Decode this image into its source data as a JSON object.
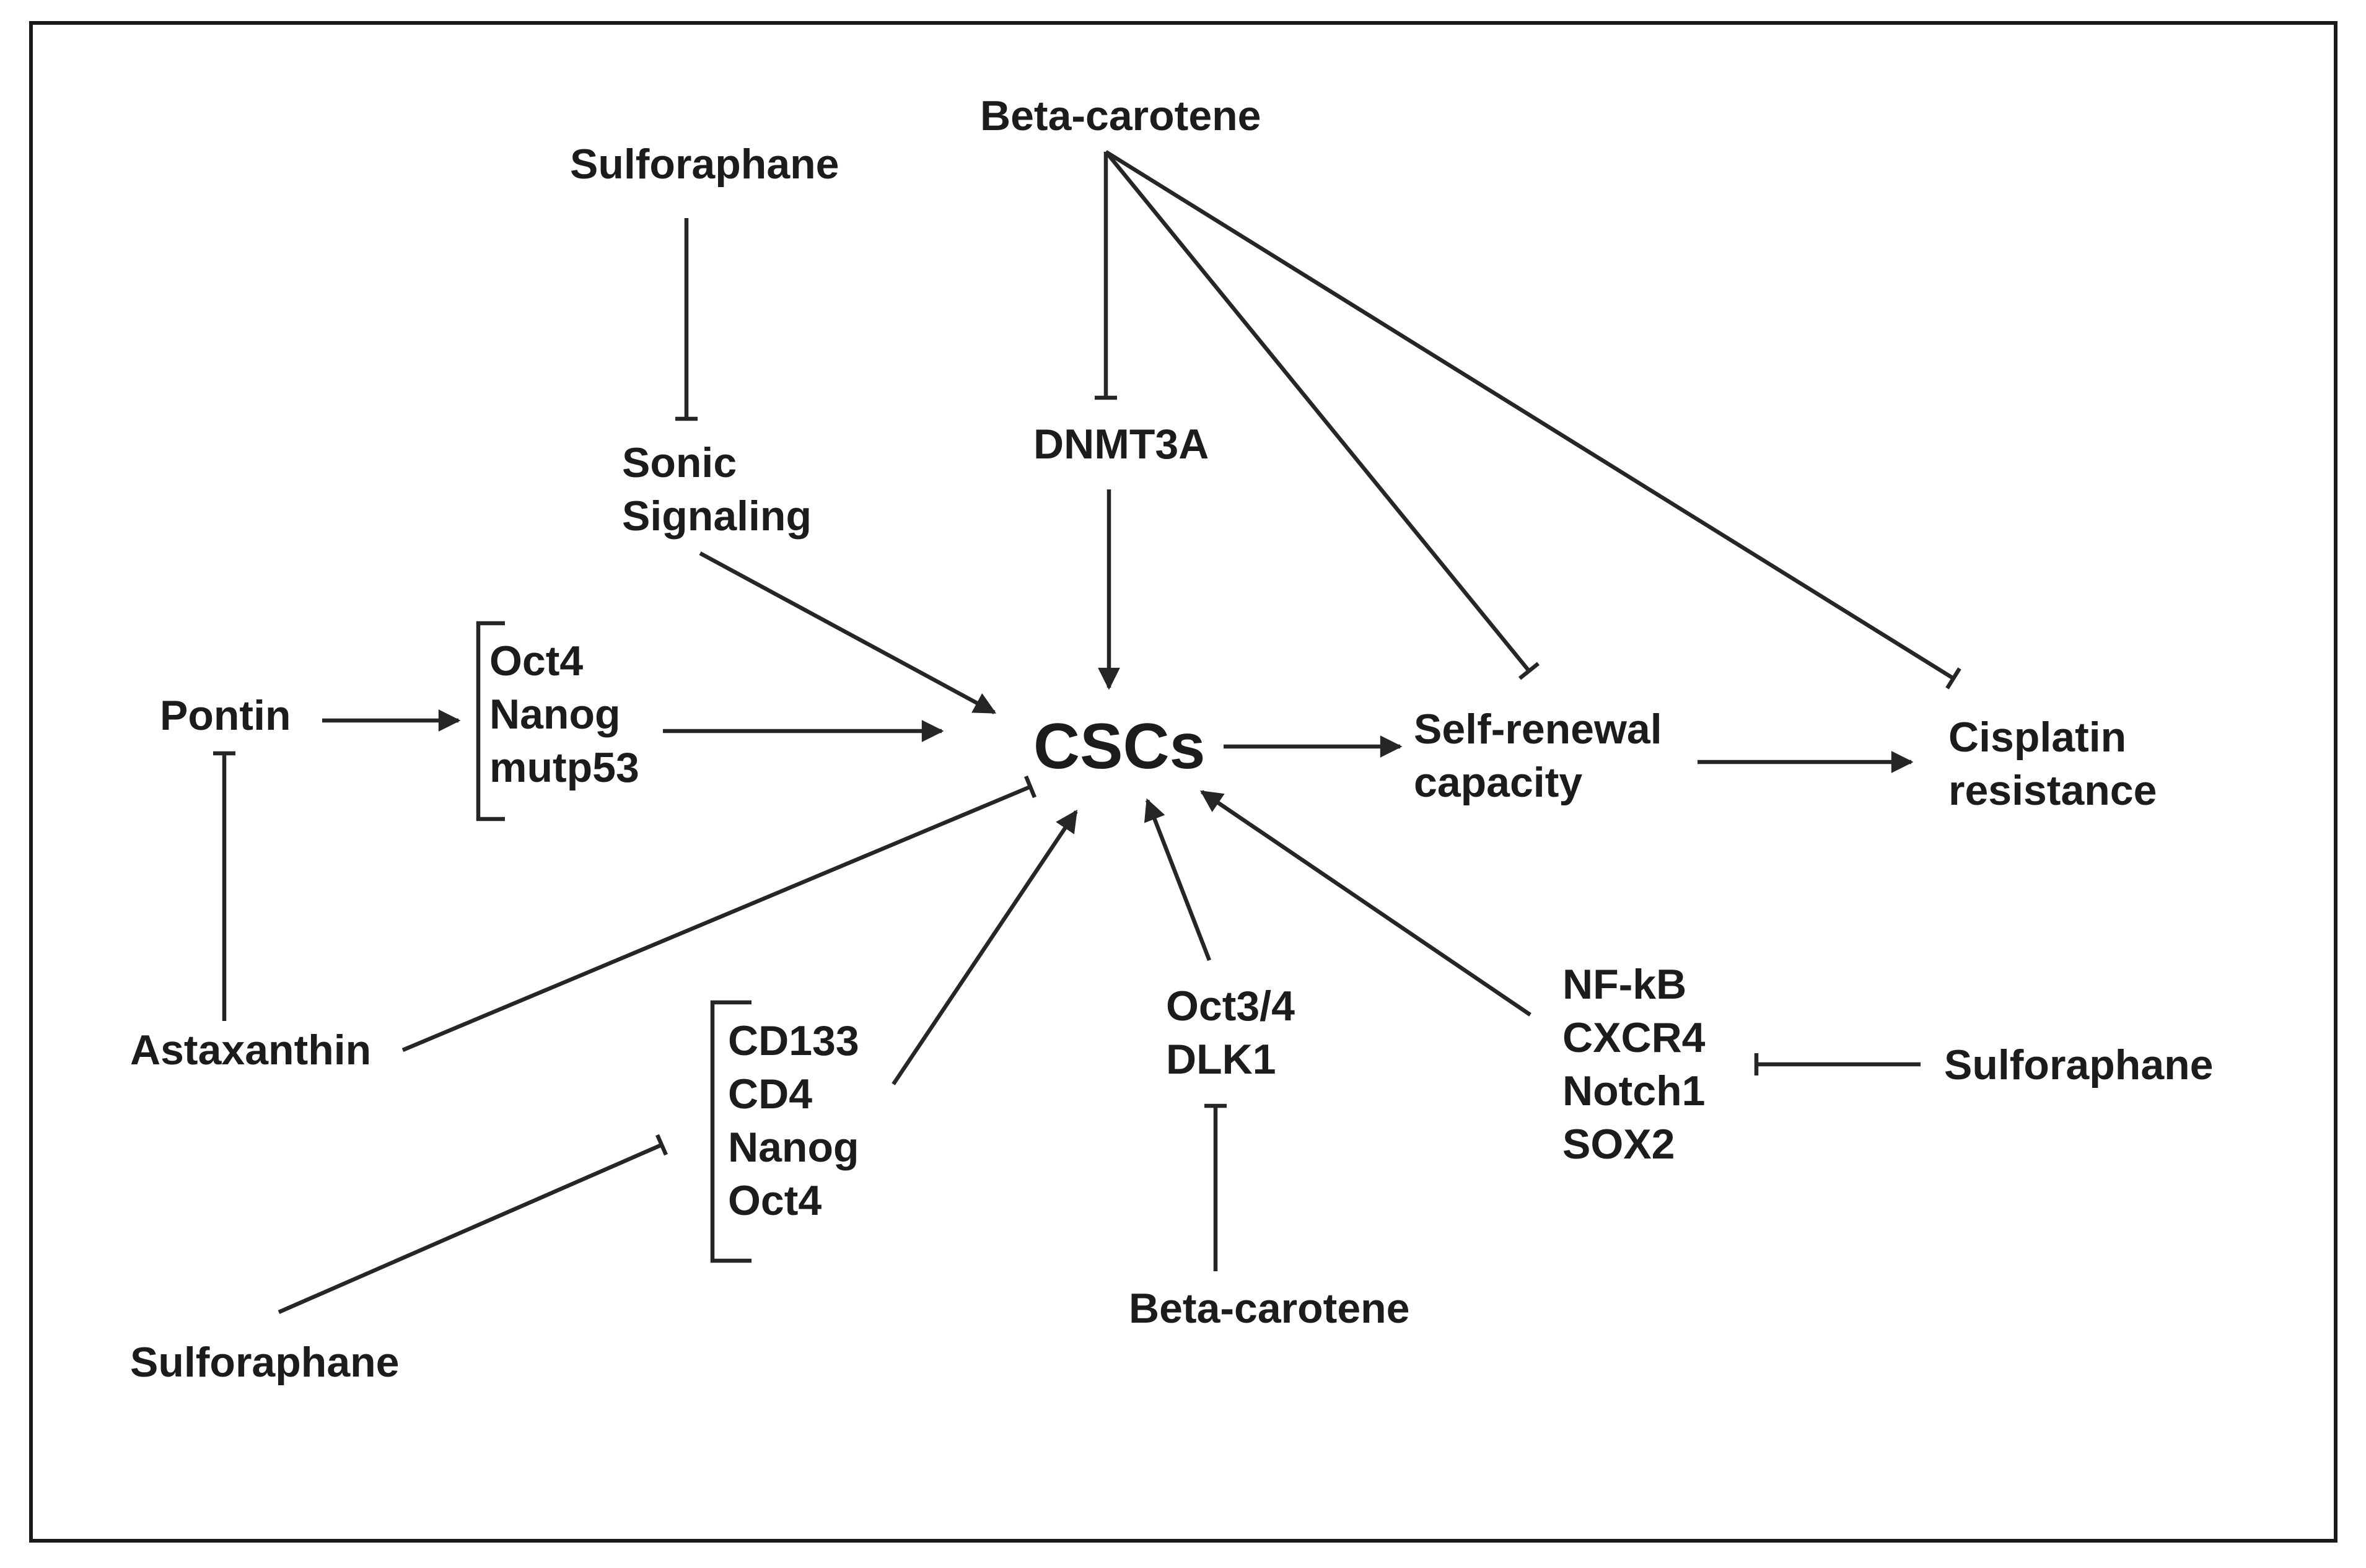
{
  "diagram": {
    "center": "CSCs",
    "nodes": {
      "sulforaphane_top": "Sulforaphane",
      "beta_carotene_top": "Beta-carotene",
      "sonic_line1": "Sonic",
      "sonic_line2": "Signaling",
      "dnmt3a": "DNMT3A",
      "pontin": "Pontin",
      "group1": [
        "Oct4",
        "Nanog",
        "mutp53"
      ],
      "self_renewal_line1": "Self-renewal",
      "self_renewal_line2": "capacity",
      "cisplatin_line1": "Cisplatin",
      "cisplatin_line2": "resistance",
      "astaxanthin": "Astaxanthin",
      "group2": [
        "CD133",
        "CD4",
        "Nanog",
        "Oct4"
      ],
      "group3": [
        "Oct3/4",
        "DLK1"
      ],
      "group4": [
        "NF-kB",
        "CXCR4",
        "Notch1",
        "SOX2"
      ],
      "sulforaphane_right": "Sulforaphane",
      "sulforaphane_bottom": "Sulforaphane",
      "beta_carotene_bottom": "Beta-carotene"
    },
    "colors": {
      "line": "#262626",
      "text": "#1c1c1c",
      "background": "#ffffff"
    },
    "edges": [
      {
        "from": "Sulforaphane",
        "to": "Sonic Signaling",
        "type": "inhibits"
      },
      {
        "from": "Beta-carotene",
        "to": "DNMT3A",
        "type": "inhibits"
      },
      {
        "from": "Beta-carotene",
        "to": "Self-renewal capacity",
        "type": "inhibits"
      },
      {
        "from": "Beta-carotene",
        "to": "Cisplatin resistance",
        "type": "inhibits"
      },
      {
        "from": "Sonic Signaling",
        "to": "CSCs",
        "type": "activates"
      },
      {
        "from": "DNMT3A",
        "to": "CSCs",
        "type": "activates"
      },
      {
        "from": "Pontin",
        "to": "Oct4 Nanog mutp53",
        "type": "activates"
      },
      {
        "from": "Oct4 Nanog mutp53",
        "to": "CSCs",
        "type": "activates"
      },
      {
        "from": "Astaxanthin",
        "to": "Pontin",
        "type": "inhibits"
      },
      {
        "from": "Astaxanthin",
        "to": "CSCs",
        "type": "inhibits"
      },
      {
        "from": "CSCs",
        "to": "Self-renewal capacity",
        "type": "activates"
      },
      {
        "from": "Self-renewal capacity",
        "to": "Cisplatin resistance",
        "type": "activates"
      },
      {
        "from": "CD133 CD4 Nanog Oct4",
        "to": "CSCs",
        "type": "activates"
      },
      {
        "from": "Sulforaphane",
        "to": "CD133 CD4 Nanog Oct4",
        "type": "inhibits"
      },
      {
        "from": "Oct3/4 DLK1",
        "to": "CSCs",
        "type": "activates"
      },
      {
        "from": "Beta-carotene",
        "to": "Oct3/4 DLK1",
        "type": "inhibits"
      },
      {
        "from": "NF-kB CXCR4 Notch1 SOX2",
        "to": "CSCs",
        "type": "activates"
      },
      {
        "from": "Sulforaphane",
        "to": "NF-kB CXCR4 Notch1 SOX2",
        "type": "inhibits"
      }
    ]
  }
}
